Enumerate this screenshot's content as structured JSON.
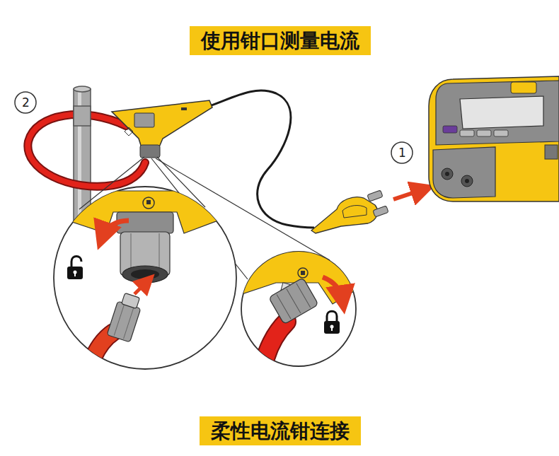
{
  "diagram": {
    "title": "使用钳口测量电流",
    "caption": "柔性电流钳连接",
    "labels": [
      "2",
      "1"
    ]
  }
}
